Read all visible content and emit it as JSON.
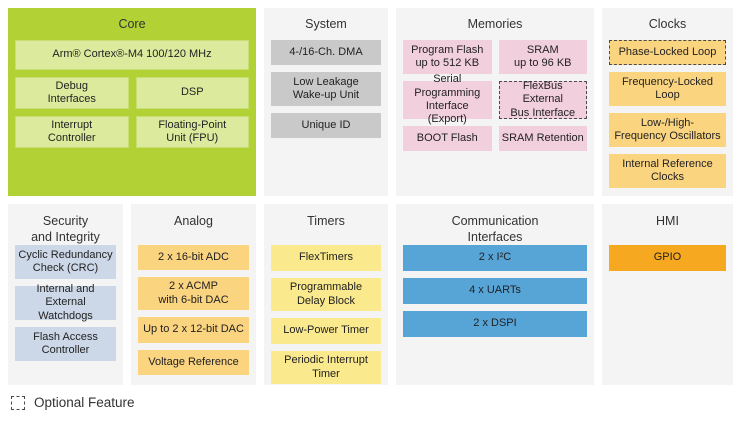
{
  "colors": {
    "panel-bg": "#f4f4f4",
    "core-outer": "#b1d135",
    "core-inner": "#dcea9e",
    "block-gray": "#c9c9c9",
    "block-pink": "#f2cfdd",
    "block-amber": "#fbd480",
    "block-yellow": "#fae98d",
    "block-blue-light": "#ccd8e8",
    "block-blue": "#57a4d7",
    "block-orange": "#f6a820",
    "dash": "#4a4a4a"
  },
  "legend": {
    "label": "Optional Feature"
  },
  "sections": {
    "core": {
      "title": "Core",
      "blocks": {
        "cpu": "Arm® Cortex®-M4 100/120 MHz",
        "debug": "Debug\nInterfaces",
        "dsp": "DSP",
        "interrupt": "Interrupt\nController",
        "fpu": "Floating-Point\nUnit (FPU)"
      }
    },
    "system": {
      "title": "System",
      "blocks": {
        "dma": "4-/16-Ch. DMA",
        "llwu": "Low Leakage\nWake-up Unit",
        "uid": "Unique ID"
      }
    },
    "memories": {
      "title": "Memories",
      "blocks": {
        "program_flash": "Program Flash\nup to 512 KB",
        "sram": "SRAM\nup to 96 KB",
        "serial_prog": "Serial Programming\nInterface (Export)",
        "flexbus": "FlexBus External\nBus Interface",
        "boot_flash": "BOOT Flash",
        "sram_retention": "SRAM Retention"
      }
    },
    "clocks": {
      "title": "Clocks",
      "blocks": {
        "pll": "Phase-Locked Loop",
        "fll": "Frequency-Locked\nLoop",
        "osc": "Low-/High-\nFrequency Oscillators",
        "irc": "Internal Reference\nClocks"
      }
    },
    "security": {
      "title": "Security\nand Integrity",
      "blocks": {
        "crc": "Cyclic Redundancy\nCheck (CRC)",
        "watchdogs": "Internal and\nExternal Watchdogs",
        "fac": "Flash Access\nController"
      }
    },
    "analog": {
      "title": "Analog",
      "blocks": {
        "adc": "2 x 16-bit ADC",
        "acmp": "2 x ACMP\nwith 6-bit DAC",
        "dac": "Up to 2 x 12-bit DAC",
        "vref": "Voltage Reference"
      }
    },
    "timers": {
      "title": "Timers",
      "blocks": {
        "flextimers": "FlexTimers",
        "pdb": "Programmable\nDelay Block",
        "lptimer": "Low-Power Timer",
        "pit": "Periodic Interrupt\nTimer"
      }
    },
    "comm": {
      "title": "Communication\nInterfaces",
      "blocks": {
        "i2c": "2 x I²C",
        "uarts": "4 x UARTs",
        "dspi": "2 x DSPI"
      }
    },
    "hmi": {
      "title": "HMI",
      "blocks": {
        "gpio": "GPIO"
      }
    }
  }
}
